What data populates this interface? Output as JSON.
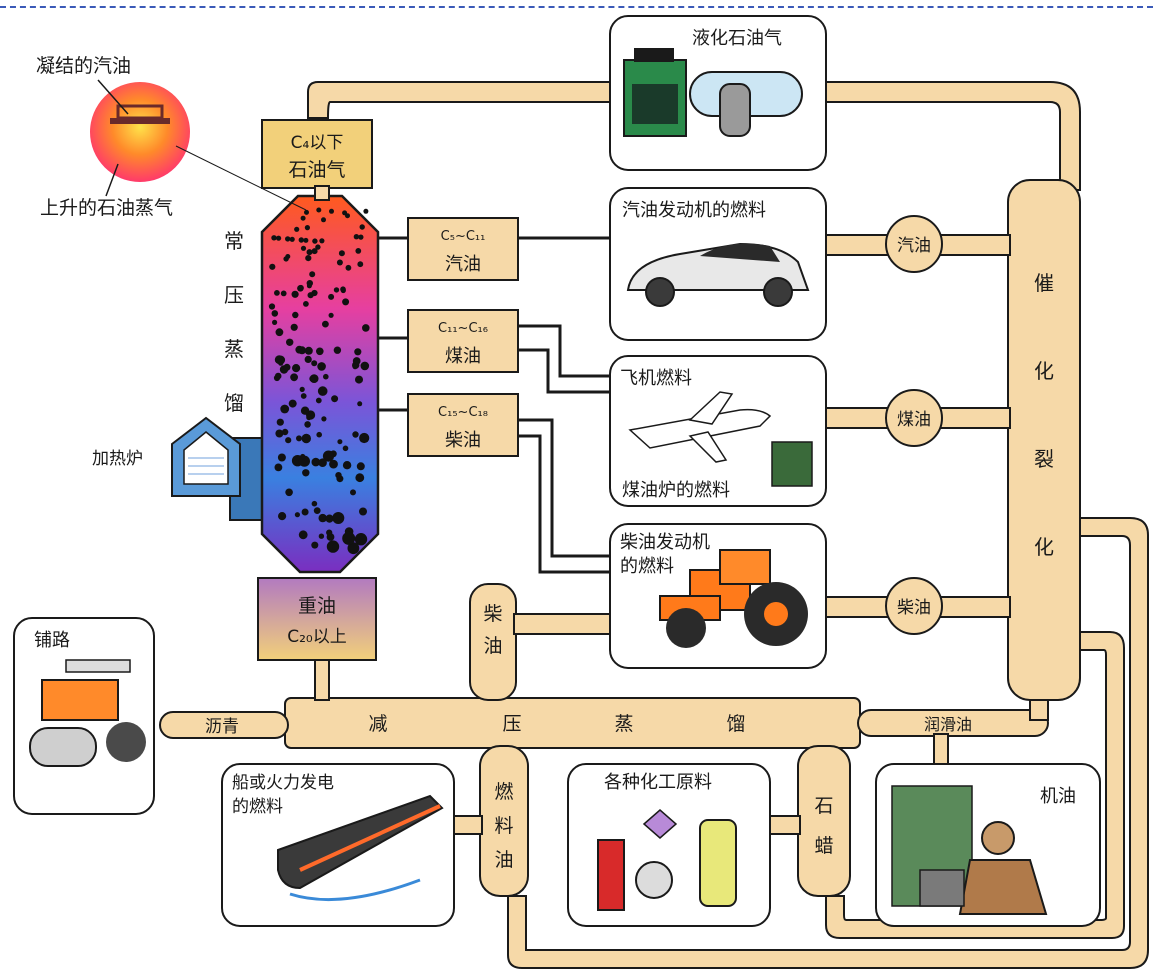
{
  "annotations": {
    "condensed": "凝结的汽油",
    "rising": "上升的石油蒸气",
    "column_label": [
      "常",
      "压",
      "蒸",
      "馏"
    ],
    "furnace": "加热炉"
  },
  "column": {
    "top_box": {
      "line1": "C₄以下",
      "line2": "石油气"
    },
    "bottom_box": {
      "line1": "重油",
      "line2": "C₂₀以上"
    },
    "fractions": [
      {
        "range": "C₅~C₁₁",
        "name": "汽油"
      },
      {
        "range": "C₁₁~C₁₆",
        "name": "煤油"
      },
      {
        "range": "C₁₅~C₁₈",
        "name": "柴油"
      }
    ]
  },
  "products": {
    "lpg": "液化石油气",
    "car": "汽油发动机的燃料",
    "plane_top": "飞机燃料",
    "plane_bottom": "煤油炉的燃料",
    "tractor_l1": "柴油发动机",
    "tractor_l2": "的燃料",
    "road": "铺路",
    "ship_l1": "船或火力发电",
    "ship_l2": "的燃料",
    "chem": "各种化工原料",
    "machine": "机油"
  },
  "circles": [
    "汽油",
    "煤油",
    "柴油"
  ],
  "cracking": [
    "催",
    "化",
    "裂",
    "化"
  ],
  "vacuum": {
    "label": [
      "减",
      "压",
      "蒸",
      "馏"
    ],
    "asphalt": "沥青",
    "diesel": [
      "柴",
      "油"
    ],
    "fuel_oil": [
      "燃",
      "料",
      "油"
    ],
    "wax": [
      "石",
      "蜡"
    ],
    "lube": "润滑油"
  },
  "colors": {
    "pipe": "#f6d9a8",
    "pipe_edge": "#1a1a1a"
  }
}
